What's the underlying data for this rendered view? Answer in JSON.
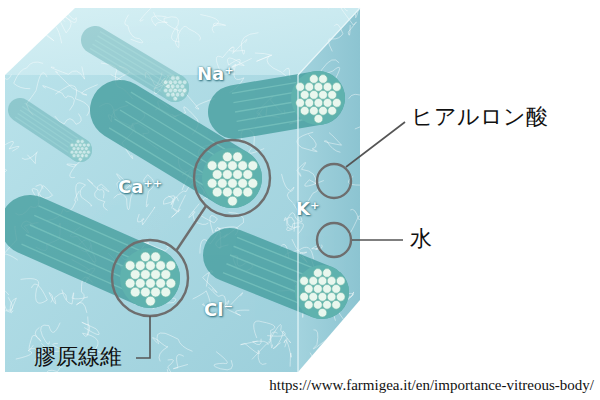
{
  "diagram": {
    "labels": [
      "Na⁺",
      "Ca⁺⁺",
      "K⁺",
      "Cl⁻",
      "ヒアルロン酸",
      "水",
      "膠原線維",
      "https://www.farmigea.it/en/importance-vitreous-body/"
    ]
  }
}
